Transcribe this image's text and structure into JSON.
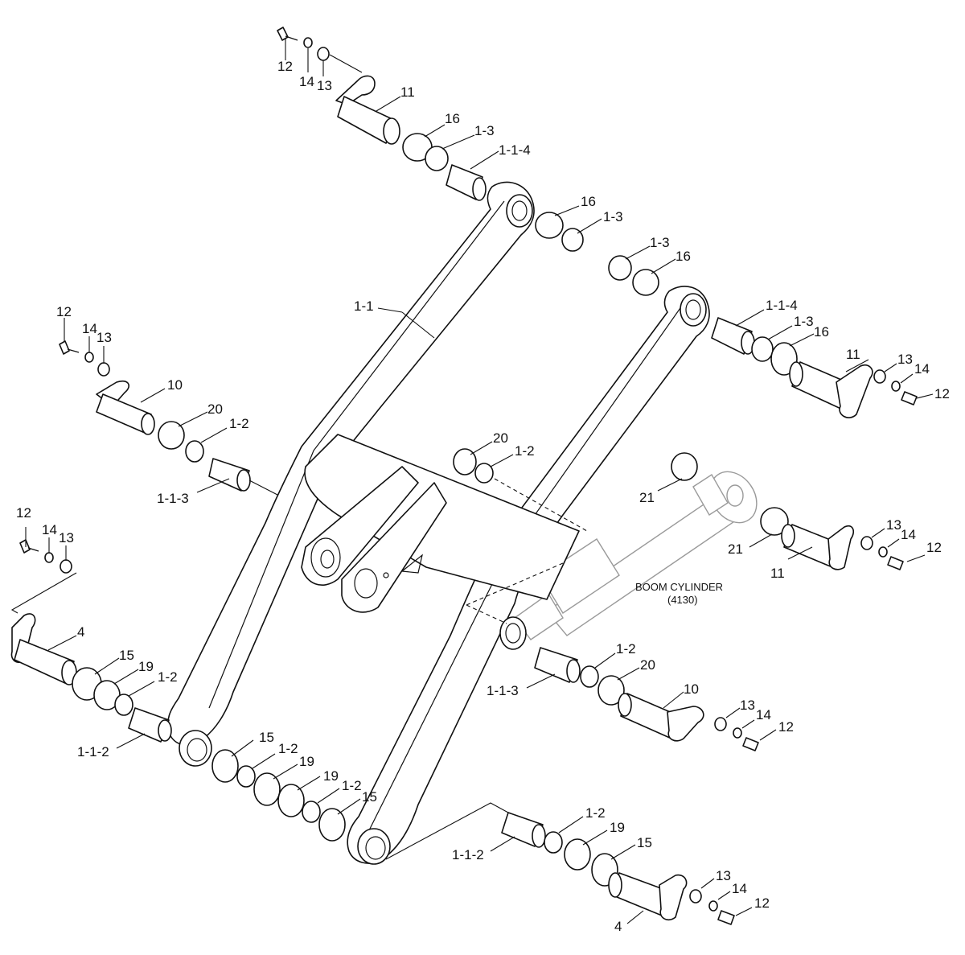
{
  "diagram": {
    "note": {
      "line1": "BOOM CYLINDER",
      "line2": "(4130)"
    },
    "labels": [
      "12",
      "14",
      "13",
      "11",
      "16",
      "1-3",
      "1-1-4",
      "16",
      "1-3",
      "1-3",
      "16",
      "1-1-4",
      "1-3",
      "16",
      "11",
      "13",
      "14",
      "12",
      "1-1",
      "12",
      "14",
      "13",
      "10",
      "20",
      "1-2",
      "1-1-3",
      "20",
      "1-2",
      "21",
      "21",
      "11",
      "13",
      "14",
      "12",
      "12",
      "14",
      "13",
      "4",
      "15",
      "19",
      "1-2",
      "1-1-2",
      "1-2",
      "20",
      "1-1-3",
      "10",
      "13",
      "14",
      "12",
      "15",
      "1-2",
      "19",
      "19",
      "1-2",
      "15",
      "1-2",
      "19",
      "15",
      "1-1-2",
      "4",
      "13",
      "14",
      "12"
    ]
  }
}
